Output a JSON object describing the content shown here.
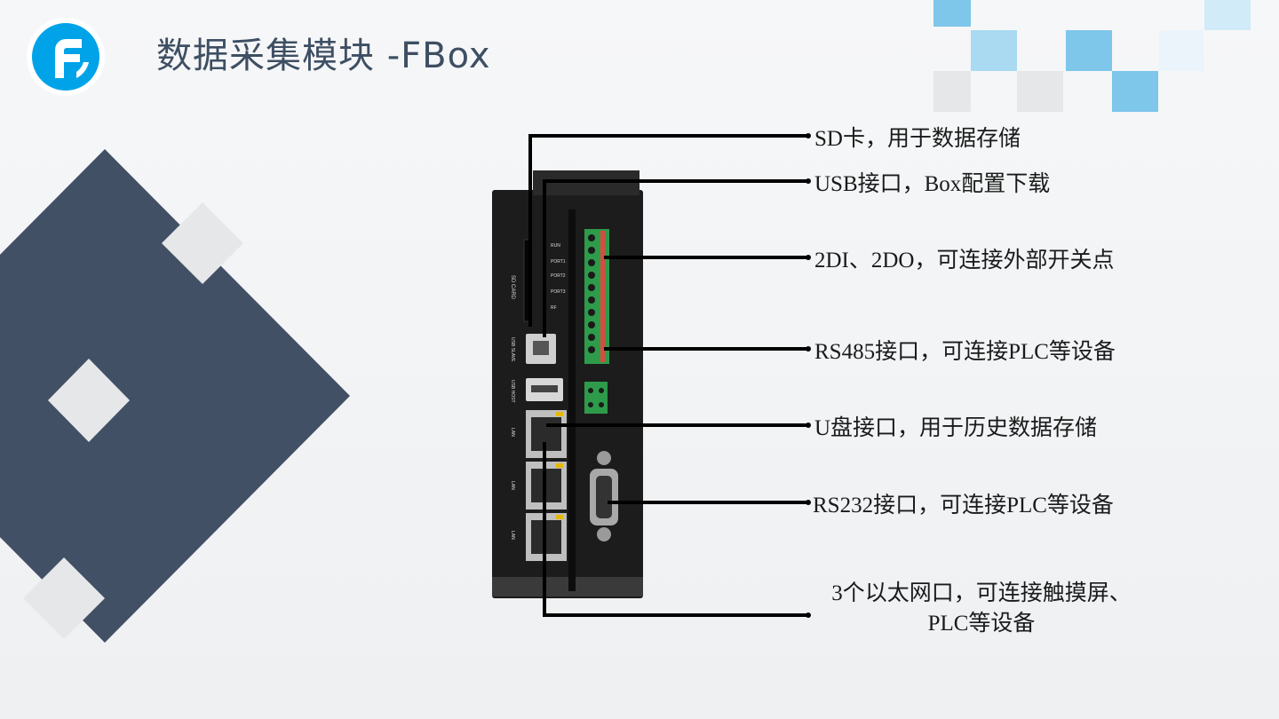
{
  "slide": {
    "title": "数据采集模块 -FBox"
  },
  "colors": {
    "accent": "#00a3e8",
    "title": "#3e4f63",
    "diamond": "#425066",
    "mosaic_blue": "#7ec6ea",
    "mosaic_light": "#d2ebf8",
    "mosaic_grey": "#e6e7e8"
  },
  "icons": {
    "logo": "fbox-logo-icon"
  },
  "device": {
    "labels": {
      "sd_card": "SD CARD",
      "usb_slave": "USB SLAVE",
      "usb_host": "USB HOST",
      "run": "RUN",
      "port1": "PORT1",
      "port2": "PORT2",
      "port3": "PORT3",
      "rf": "RF",
      "lan1": "LAN",
      "lan2": "LAN",
      "lan3": "LAN"
    }
  },
  "callouts": [
    {
      "text": "SD卡，用于数据存储"
    },
    {
      "text": "USB接口，Box配置下载"
    },
    {
      "text": "2DI、2DO，可连接外部开关点"
    },
    {
      "text": "RS485接口，可连接PLC等设备"
    },
    {
      "text": "U盘接口，用于历史数据存储"
    },
    {
      "text": "RS232接口，可连接PLC等设备"
    },
    {
      "line1": "3个以太网口，可连接触摸屏、",
      "line2": "PLC等设备"
    }
  ]
}
